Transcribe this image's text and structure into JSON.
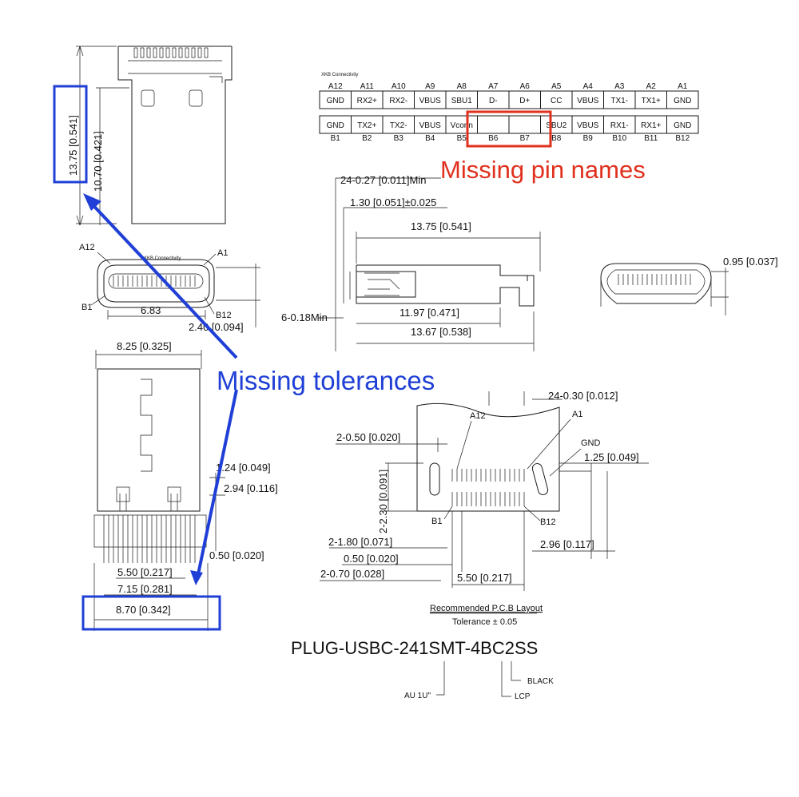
{
  "pinout": {
    "company": "XKB Connectivity",
    "top_headers": [
      "A12",
      "A11",
      "A10",
      "A9",
      "A8",
      "A7",
      "A6",
      "A5",
      "A4",
      "A3",
      "A2",
      "A1"
    ],
    "top_names": [
      "GND",
      "RX2+",
      "RX2-",
      "VBUS",
      "SBU1",
      "D-",
      "D+",
      "CC",
      "VBUS",
      "TX1-",
      "TX1+",
      "GND"
    ],
    "bottom_names": [
      "GND",
      "TX2+",
      "TX2-",
      "VBUS",
      "Vconn",
      "",
      "",
      "SBU2",
      "VBUS",
      "RX1-",
      "RX1+",
      "GND"
    ],
    "bottom_headers": [
      "B1",
      "B2",
      "B3",
      "B4",
      "B5",
      "B6",
      "B7",
      "B8",
      "B9",
      "B10",
      "B11",
      "B12"
    ]
  },
  "annotations": {
    "missing_pin_names": "Missing pin names",
    "missing_tolerances": "Missing tolerances",
    "colors": {
      "red": "#e0301e",
      "blue": "#1f3fd6"
    }
  },
  "top_view": {
    "dim_total_height": "13.75 [0.541]",
    "dim_body_height": "10.70 [0.421]"
  },
  "mating_face": {
    "company": "XKB Connectivity",
    "label_a12": "A12",
    "label_a1": "A1",
    "label_b1": "B1",
    "label_b12": "B12",
    "dim_width": "6.83",
    "dim_height": "2.40 [0.094]"
  },
  "side_view": {
    "dim_pin_width": "24-0.27 [0.011]Min",
    "dim_pitch": "1.30 [0.051]±0.025",
    "dim_length": "13.75 [0.541]",
    "dim_inner": "11.97 [0.471]",
    "dim_body": "13.67 [0.538]",
    "dim_min": "6-0.18Min"
  },
  "end_view": {
    "dim_thickness": "0.95 [0.037]"
  },
  "bottom_view": {
    "dim_width": "8.25 [0.325]",
    "dim_1": "1.24 [0.049]",
    "dim_2": "2.94 [0.116]",
    "dim_3": "0.50 [0.020]",
    "dim_4": "5.50 [0.217]",
    "dim_5": "7.15 [0.281]",
    "dim_6": "8.70 [0.342]"
  },
  "pcb_layout": {
    "dim_pads": "24-0.30 [0.012]",
    "label_a12": "A12",
    "label_a1": "A1",
    "label_gnd": "GND",
    "label_b1": "B1",
    "label_b12": "B12",
    "dim_slot": "2-0.50 [0.020]",
    "dim_pitch": "1.25 [0.049]",
    "dim_vert_1": "2-2.30 [0.091]",
    "dim_slot_len": "2-1.80 [0.071]",
    "dim_gap": "0.50 [0.020]",
    "dim_slot_w": "2-0.70 [0.028]",
    "dim_span": "5.50 [0.217]",
    "dim_right": "2.96 [0.117]",
    "title": "Recommended P.C.B Layout",
    "tolerance": "Tolerance ± 0.05"
  },
  "part_number": {
    "text": "PLUG-USBC-241SMT-4BC2SS",
    "option_au": "AU 1U\"",
    "option_black": "BLACK",
    "option_lcp": "LCP"
  }
}
